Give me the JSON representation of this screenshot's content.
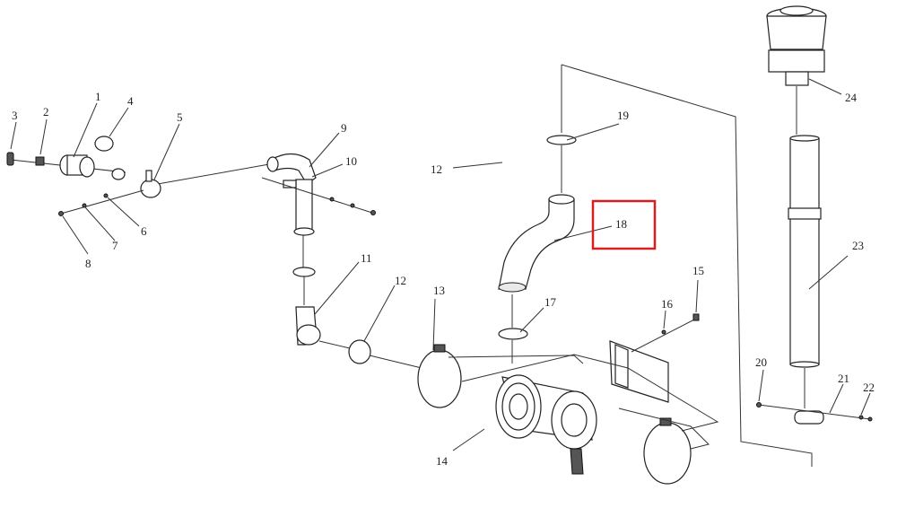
{
  "diagram": {
    "callouts": [
      "1",
      "2",
      "3",
      "4",
      "5",
      "6",
      "7",
      "8",
      "9",
      "10",
      "11",
      "12",
      "12",
      "13",
      "14",
      "15",
      "16",
      "17",
      "18",
      "19",
      "20",
      "21",
      "22",
      "23",
      "24"
    ],
    "highlight_color": "#d81e1e",
    "line_color": "#333333"
  }
}
